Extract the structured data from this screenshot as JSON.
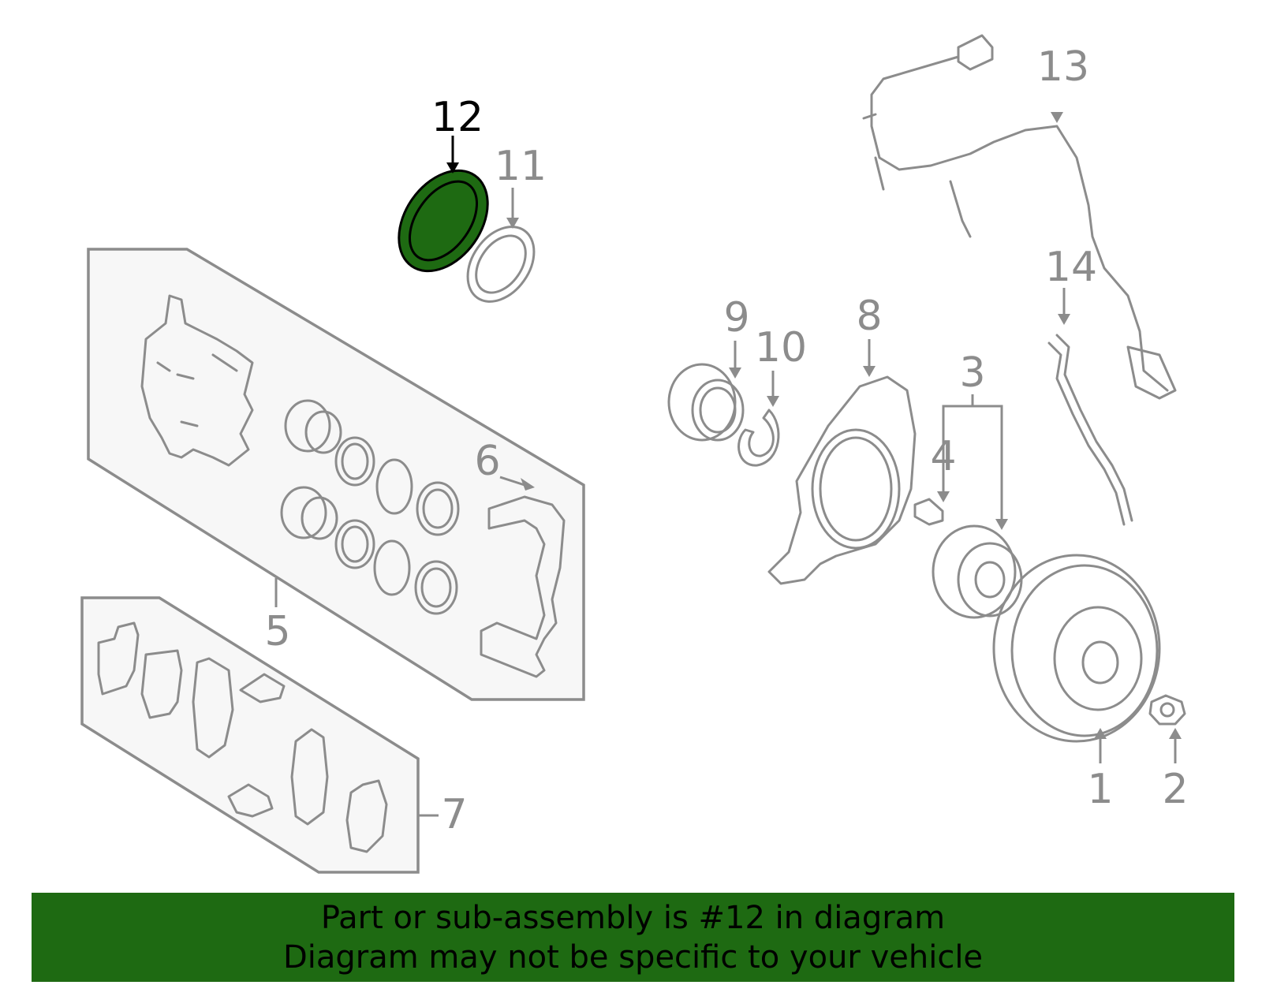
{
  "diagram": {
    "callouts": [
      {
        "id": "1",
        "label": "1"
      },
      {
        "id": "2",
        "label": "2"
      },
      {
        "id": "3",
        "label": "3"
      },
      {
        "id": "4",
        "label": "4"
      },
      {
        "id": "5",
        "label": "5"
      },
      {
        "id": "6",
        "label": "6"
      },
      {
        "id": "7",
        "label": "7"
      },
      {
        "id": "8",
        "label": "8"
      },
      {
        "id": "9",
        "label": "9"
      },
      {
        "id": "10",
        "label": "10"
      },
      {
        "id": "11",
        "label": "11"
      },
      {
        "id": "12",
        "label": "12",
        "highlighted": true
      },
      {
        "id": "13",
        "label": "13"
      },
      {
        "id": "14",
        "label": "14"
      }
    ],
    "highlight_color": "#1e6a12",
    "line_color": "#8c8c8c"
  },
  "banner": {
    "line1": "Part or sub-assembly is #12 in diagram",
    "line2": "Diagram may not be specific to your vehicle",
    "background": "#1e6a12"
  }
}
